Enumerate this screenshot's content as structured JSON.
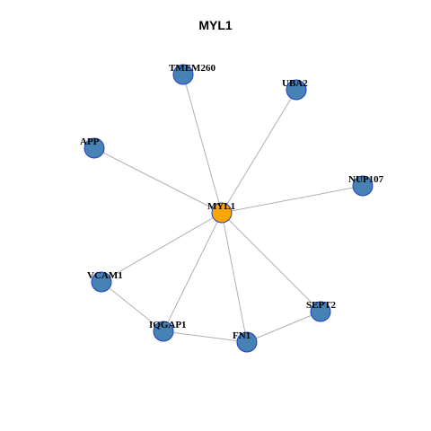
{
  "title": "MYL1",
  "colors": {
    "hub_fill": "#FFA500",
    "node_fill": "#4682B4",
    "node_stroke": "#1F3FBF",
    "edge": "#B0B0B0"
  },
  "nodes": [
    {
      "id": "MYL1",
      "label": "MYL1",
      "hub": true
    },
    {
      "id": "TMEM260",
      "label": "TMEM260"
    },
    {
      "id": "UBA2",
      "label": "UBA2"
    },
    {
      "id": "APP",
      "label": "APP"
    },
    {
      "id": "NUP107",
      "label": "NUP107"
    },
    {
      "id": "VCAM1",
      "label": "VCAM1"
    },
    {
      "id": "SEPT2",
      "label": "SEPT2"
    },
    {
      "id": "IQGAP1",
      "label": "IQGAP1"
    },
    {
      "id": "FN1",
      "label": "FN1"
    }
  ],
  "edges": [
    [
      "MYL1",
      "TMEM260"
    ],
    [
      "MYL1",
      "UBA2"
    ],
    [
      "MYL1",
      "APP"
    ],
    [
      "MYL1",
      "NUP107"
    ],
    [
      "MYL1",
      "VCAM1"
    ],
    [
      "MYL1",
      "IQGAP1"
    ],
    [
      "MYL1",
      "FN1"
    ],
    [
      "MYL1",
      "SEPT2"
    ],
    [
      "VCAM1",
      "IQGAP1"
    ],
    [
      "IQGAP1",
      "FN1"
    ],
    [
      "FN1",
      "SEPT2"
    ]
  ]
}
